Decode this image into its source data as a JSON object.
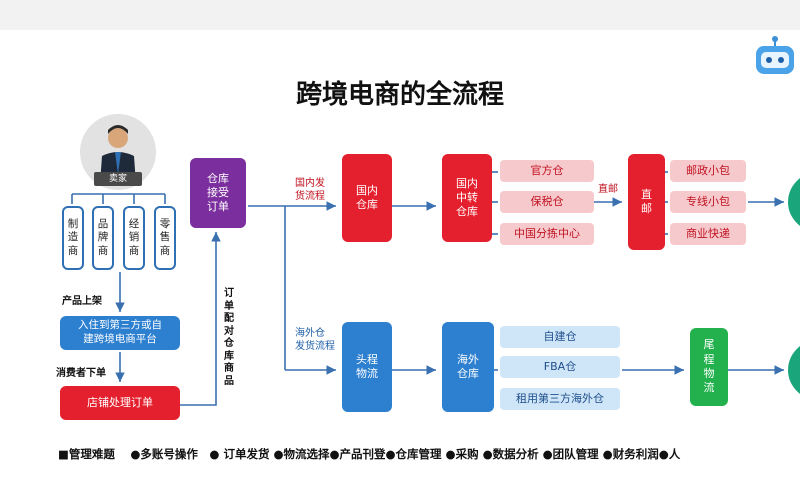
{
  "title": "跨境电商的全流程",
  "seller": {
    "label": "卖家"
  },
  "seller_types": [
    "制\n造\n商",
    "品\n牌\n商",
    "经\n销\n商",
    "零\n售\n商"
  ],
  "labels": {
    "product_listing": "产品上架",
    "consumer_order": "消费者下单",
    "order_match": "订\n单\n配\n对\n仓\n库\n商\n品",
    "domestic_route": "国内发\n货流程",
    "overseas_route": "海外仓\n发货流程",
    "direct_mail": "直邮"
  },
  "boxes": {
    "platform": "入住到第三方或自\n建跨境电商平台",
    "store_order": "店铺处理订单",
    "warehouse_accept": "仓库\n接受\n订单",
    "domestic_warehouse": "国内\n仓库",
    "domestic_transit": "国内\n中转\n仓库",
    "direct_mail_box": "直\n邮",
    "first_leg": "头程\n物流",
    "overseas_warehouse": "海外\n仓库",
    "last_mile": "尾\n程\n物\n流"
  },
  "domestic_options": [
    "官方仓",
    "保税仓",
    "中国分拣中心"
  ],
  "mail_options": [
    "邮政小包",
    "专线小包",
    "商业快递"
  ],
  "overseas_options": [
    "自建仓",
    "FBA仓",
    "租用第三方海外仓"
  ],
  "bottom_text": "■管理难题　 ●多账号操作　● 订单发货 ●物流选择●产品刊登●仓库管理 ●采购 ●数据分析 ●团队管理 ●财务利润●人",
  "colors": {
    "red": "#e5202e",
    "purple": "#7b2f9e",
    "blue": "#2d7fd0",
    "green": "#22b14c",
    "arrow": "#3a6fb0"
  }
}
